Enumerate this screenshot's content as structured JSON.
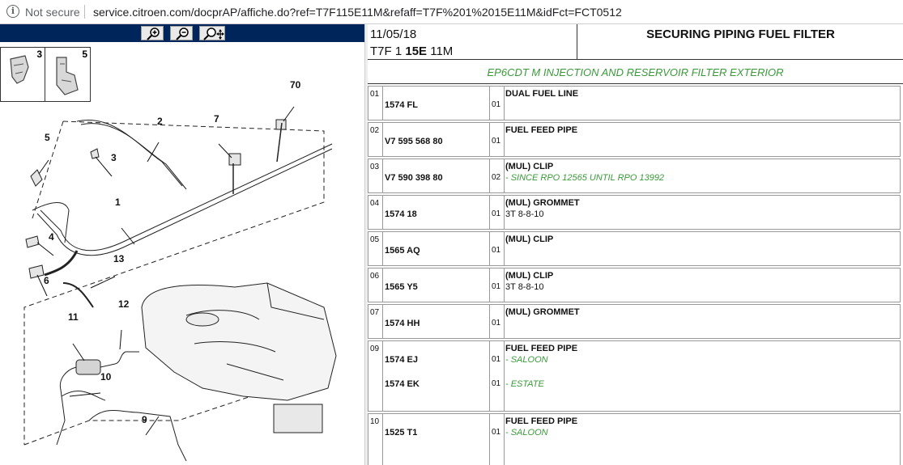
{
  "browser": {
    "security_label": "Not secure",
    "url": "service.citroen.com/docprAP/affiche.do?ref=T7F115E11M&refaff=T7F%201%2015E11M&idFct=FCT0512"
  },
  "diagram": {
    "thumbnails": [
      "3",
      "5"
    ],
    "labels": [
      "70",
      "2",
      "7",
      "5",
      "3",
      "1",
      "4",
      "13",
      "6",
      "11",
      "12",
      "10",
      "9"
    ]
  },
  "header": {
    "date": "11/05/18",
    "code_prefix": "T7F 1 ",
    "code_bold": "15E",
    "code_suffix": " 11M",
    "title": "SECURING PIPING FUEL FILTER",
    "subtitle": "EP6CDT M INJECTION AND RESERVOIR FILTER EXTERIOR"
  },
  "parts": [
    {
      "idx": "01",
      "ref": "1574 FL",
      "qty": "01",
      "name": "DUAL FUEL LINE",
      "note": ""
    },
    {
      "idx": "02",
      "ref": "V7 595 568 80",
      "qty": "01",
      "name": "FUEL FEED PIPE",
      "note": ""
    },
    {
      "idx": "03",
      "ref": "V7 590 398 80",
      "qty": "02",
      "name": "(MUL) CLIP",
      "note": "- SINCE RPO 12565 UNTIL RPO 13992"
    },
    {
      "idx": "04",
      "ref": "1574 18",
      "qty": "01",
      "name": "(MUL) GROMMET",
      "note": "3T 8-8-10"
    },
    {
      "idx": "05",
      "ref": "1565 AQ",
      "qty": "01",
      "name": "(MUL) CLIP",
      "note": ""
    },
    {
      "idx": "06",
      "ref": "1565 Y5",
      "qty": "01",
      "name": "(MUL) CLIP",
      "note": "3T 8-8-10"
    },
    {
      "idx": "07",
      "ref": "1574 HH",
      "qty": "01",
      "name": "(MUL) GROMMET",
      "note": ""
    },
    {
      "idx": "09",
      "ref": "1574 EJ",
      "qty": "01",
      "name": "FUEL FEED PIPE",
      "note": "- SALOON",
      "ref2": "1574 EK",
      "qty2": "01",
      "note2": "- ESTATE"
    },
    {
      "idx": "10",
      "ref": "1525 T1",
      "qty": "01",
      "name": "FUEL FEED PIPE",
      "note": "- SALOON"
    }
  ]
}
